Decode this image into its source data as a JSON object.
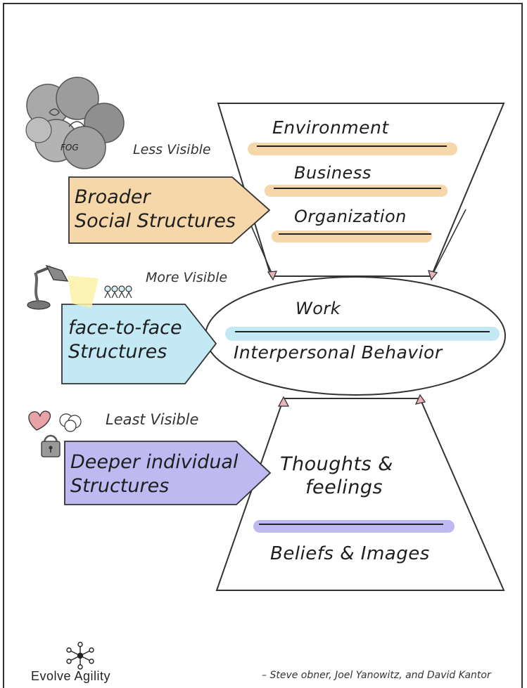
{
  "visibility": {
    "less": "Less Visible",
    "more": "More Visible",
    "least": "Least Visible"
  },
  "structures": {
    "broader": [
      "Broader",
      "Social Structures"
    ],
    "face": [
      "face-to-face",
      "Structures"
    ],
    "deeper": [
      "Deeper individual",
      "Structures"
    ]
  },
  "levels": {
    "environment": "Environment",
    "business": "Business",
    "organization": "Organization",
    "work": "Work",
    "interpersonal": "Interpersonal Behavior",
    "thoughts": [
      "Thoughts &",
      "feelings"
    ],
    "beliefs": "Beliefs & Images"
  },
  "icons": {
    "fog_label": "FOG"
  },
  "brand": "Evolve Agility",
  "credit": "– Steve obner, Joel Yanowitz, and David Kantor",
  "colors": {
    "orange": "#f6d7a9",
    "blue": "#c3e9f5",
    "purple": "#bfb9f2",
    "outline": "#333333"
  }
}
